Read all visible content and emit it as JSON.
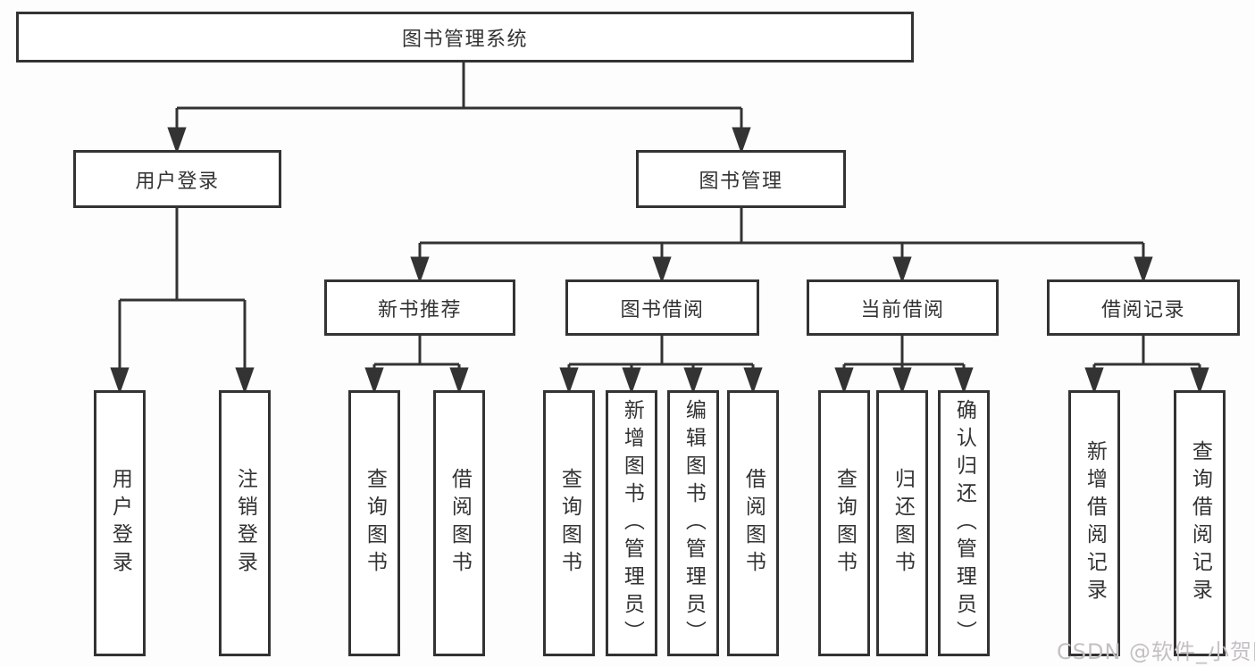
{
  "colors": {
    "line": "#333333",
    "text": "#333333",
    "box_background": "#ffffff",
    "watermark": "#c5c0c3"
  },
  "root": {
    "label": "图书管理系统"
  },
  "branches": [
    {
      "label": "用户登录"
    },
    {
      "label": "图书管理"
    }
  ],
  "sections": [
    {
      "label": "新书推荐"
    },
    {
      "label": "图书借阅"
    },
    {
      "label": "当前借阅"
    },
    {
      "label": "借阅记录"
    }
  ],
  "leaves": [
    {
      "label": "用户登录"
    },
    {
      "label": "注销登录"
    },
    {
      "label": "查询图书"
    },
    {
      "label": "借阅图书"
    },
    {
      "label": "查询图书"
    },
    {
      "label": "新增图书（管理员）"
    },
    {
      "label": "编辑图书（管理员）"
    },
    {
      "label": "借阅图书"
    },
    {
      "label": "查询图书"
    },
    {
      "label": "归还图书"
    },
    {
      "label": "确认归还（管理员）"
    },
    {
      "label": "新增借阅记录"
    },
    {
      "label": "查询借阅记录"
    }
  ],
  "watermark": {
    "text": "CSDN @软件_小贺同学"
  }
}
